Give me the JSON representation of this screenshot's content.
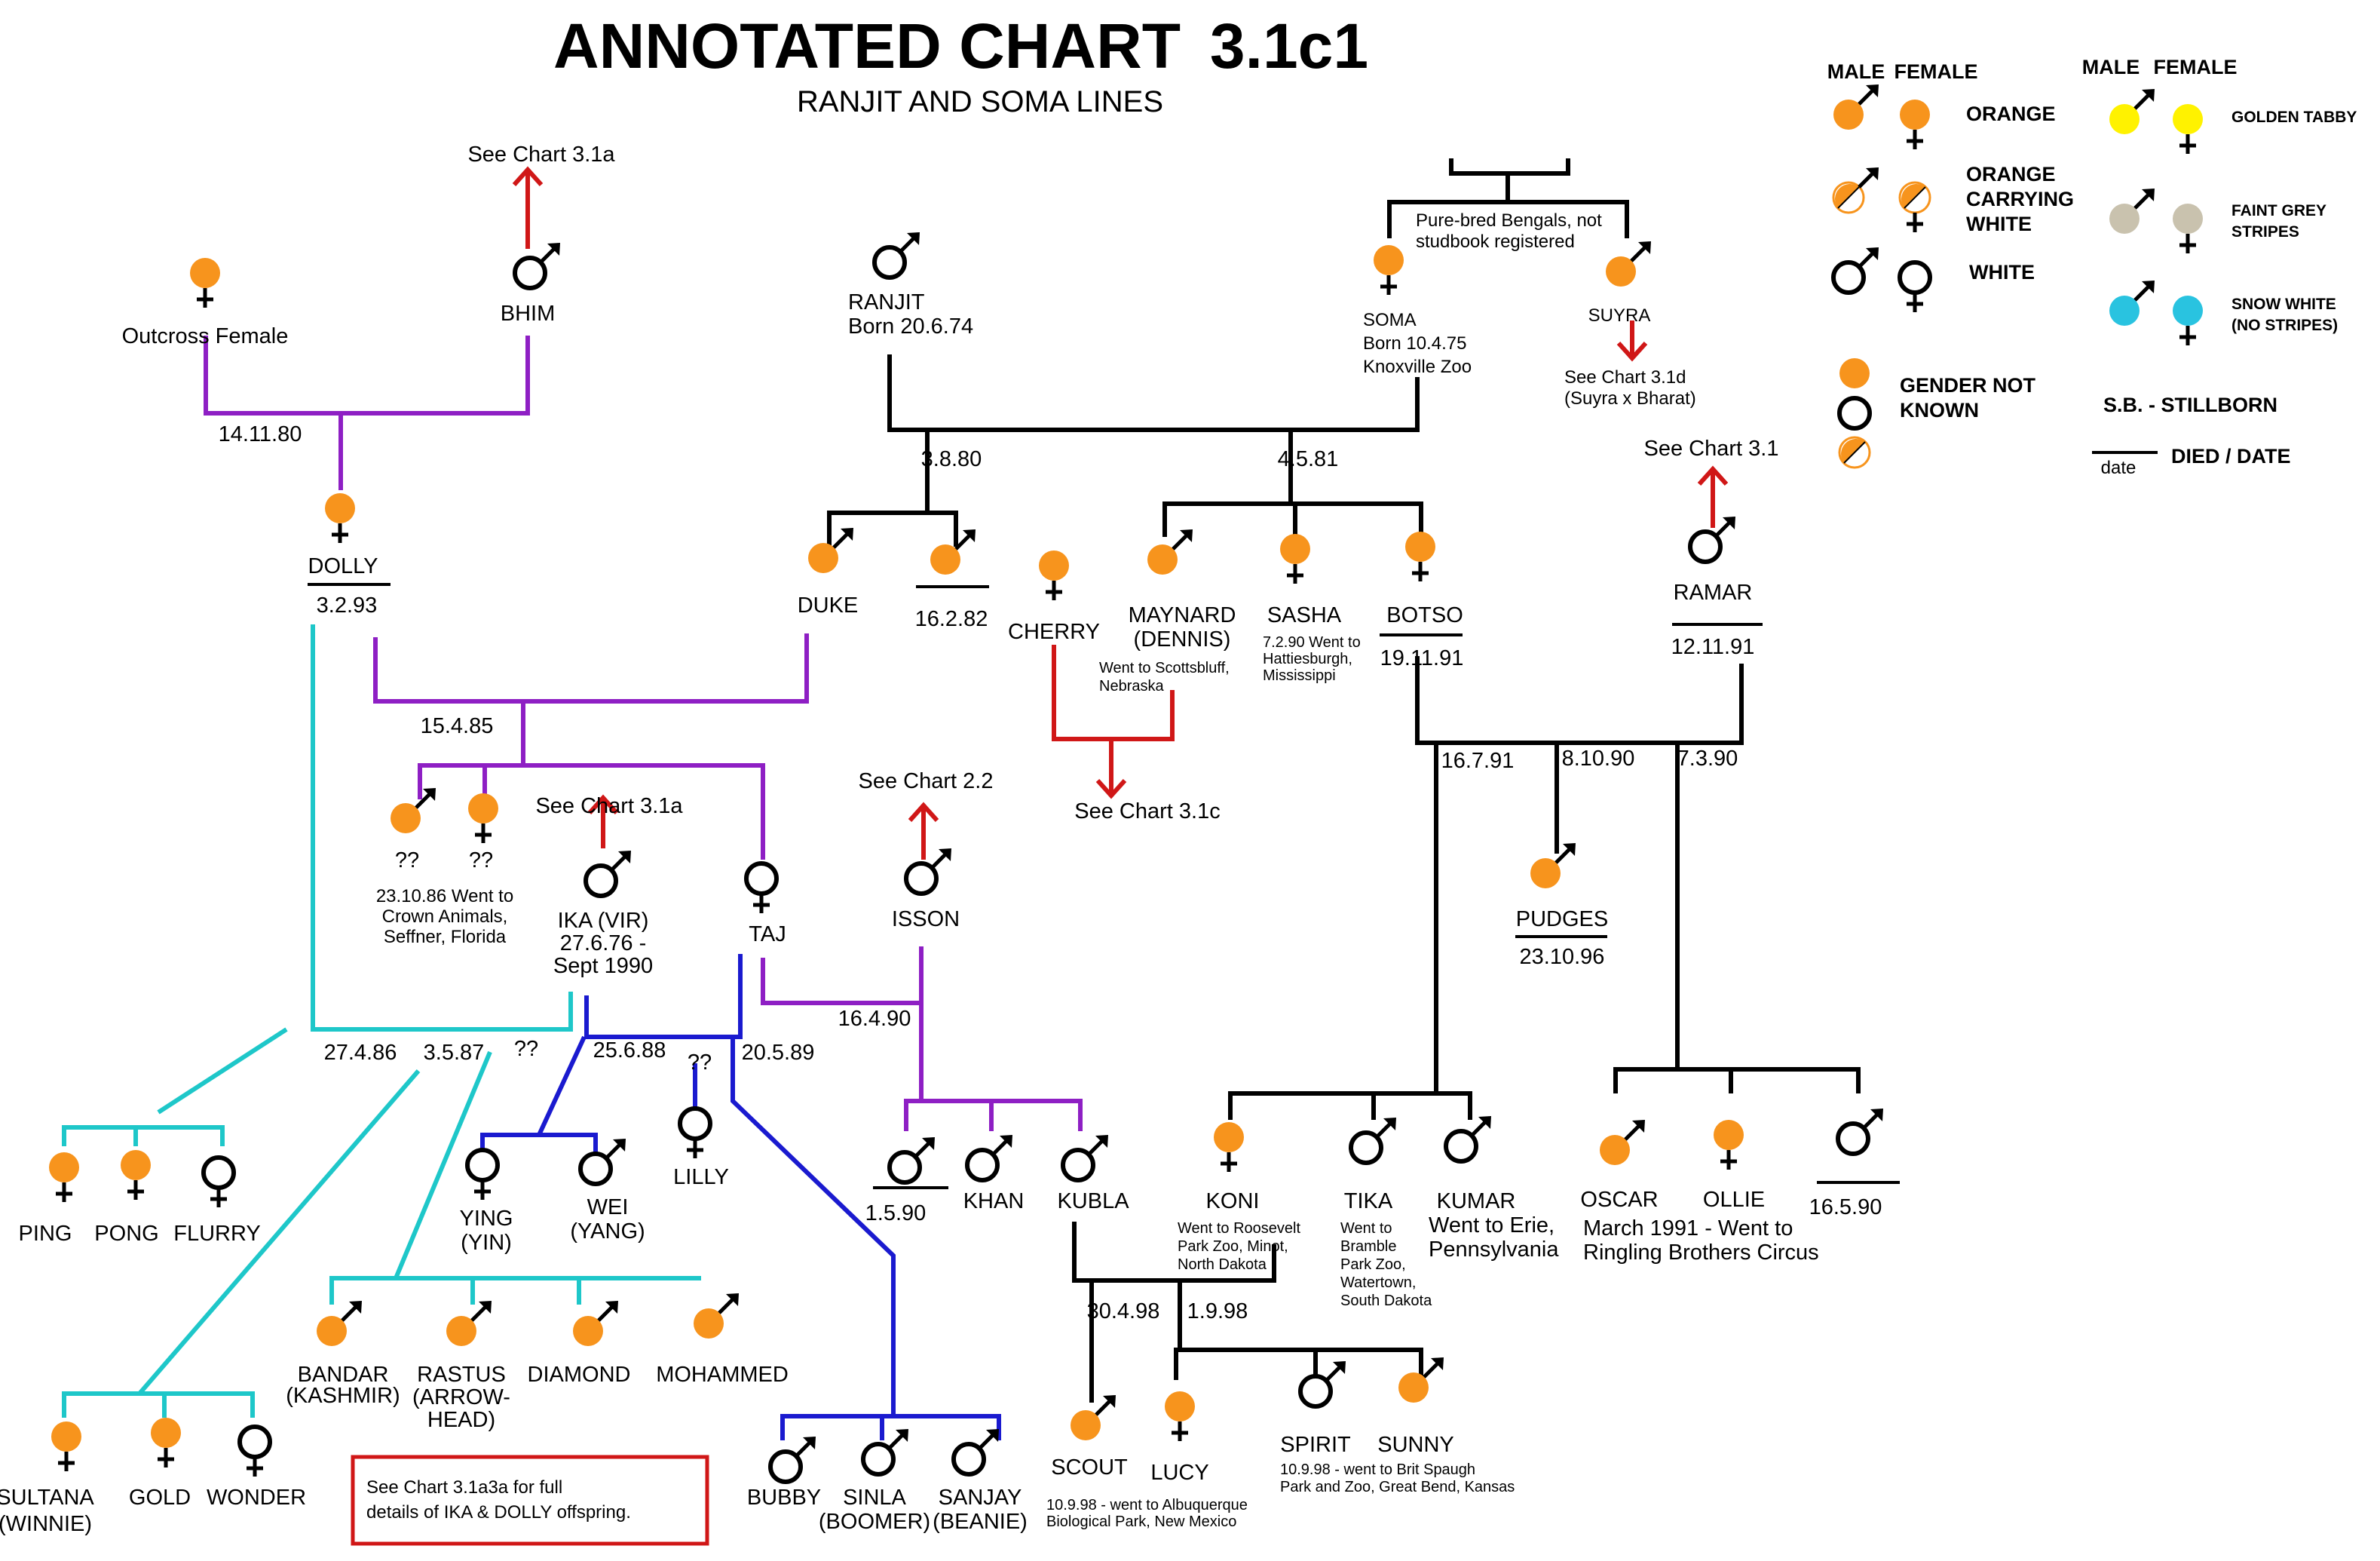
{
  "title": "ANNOTATED CHART",
  "chart_number": "3.1c1",
  "subtitle": "RANJIT AND SOMA LINES",
  "colors": {
    "orange": "#F7941D",
    "golden_tabby": "#FFF200",
    "faint_grey": "#C9C2AE",
    "snow_white": "#29C3E0",
    "purple": "#8E1FC4",
    "teal": "#1EC7C9",
    "blue": "#1A1ACF",
    "red": "#D01717",
    "black": "#000000"
  },
  "legend": {
    "male_header": "MALE",
    "female_header": "FEMALE",
    "orange": "ORANGE",
    "orange_carrying_white": [
      "ORANGE",
      "CARRYING",
      "WHITE"
    ],
    "white": "WHITE",
    "gender_not_known": [
      "GENDER NOT",
      "KNOWN"
    ],
    "golden_tabby": "GOLDEN TABBY",
    "faint_grey": [
      "FAINT GREY",
      "STRIPES"
    ],
    "snow_white": [
      "SNOW WHITE",
      "(NO STRIPES)"
    ],
    "stillborn": "S.B.  - STILLBORN",
    "died_date": "DIED / DATE",
    "date_word": "date"
  },
  "labels": {
    "see_31a_top": "See Chart 3.1a",
    "bhim": "BHIM",
    "outcross": "Outcross Female",
    "d_141180": "14.11.80",
    "dolly": "DOLLY",
    "dolly_died": "3.2.93",
    "ranjit": [
      "RANJIT",
      "Born 20.6.74"
    ],
    "bengals_note": [
      "Pure-bred Bengals, not",
      "studbook registered"
    ],
    "soma": [
      "SOMA",
      "Born 10.4.75",
      "Knoxville Zoo"
    ],
    "suyra": "SUYRA",
    "see_31d": [
      "See Chart 3.1d",
      "(Suyra x Bharat)"
    ],
    "see_31_right": "See Chart 3.1",
    "d_3880": "3.8.80",
    "d_4581": "4.5.81",
    "duke": "DUKE",
    "died_16282": "16.2.82",
    "cherry": "CHERRY",
    "maynard": [
      "MAYNARD",
      "(DENNIS)"
    ],
    "maynard_note": [
      "Went to Scottsbluff,",
      "Nebraska"
    ],
    "sasha": "SASHA",
    "sasha_note": [
      "7.2.90  Went to",
      "Hattiesburgh,",
      "Mississippi"
    ],
    "botso": "BOTSO",
    "botso_died": "19.11.91",
    "ramar": "RAMAR",
    "ramar_died": "12.11.91",
    "see_31c": "See Chart 3.1c",
    "d_15485": "15.4.85",
    "qq1": "??",
    "qq2": "??",
    "unk_note": [
      "23.10.86  Went to",
      "Crown Animals,",
      "Seffner, Florida"
    ],
    "see_31a_mid": "See Chart 3.1a",
    "ika": [
      "IKA (VIR)",
      "27.6.76 -",
      "Sept  1990"
    ],
    "taj": "TAJ",
    "see_22": "See Chart 2.2",
    "isson": "ISSON",
    "d_16791": "16.7.91",
    "d_81090": "8.10.90",
    "d_7390": "7.3.90",
    "pudges": "PUDGES",
    "pudges_died": "23.10.96",
    "d_16490": "16.4.90",
    "d_27486": "27.4.86",
    "d_3587": "3.5.87",
    "qq3": "??",
    "d_25688": "25.6.88",
    "qq4": "??",
    "d_20589": "20.5.89",
    "ping": "PING",
    "pong": "PONG",
    "flurry": "FLURRY",
    "ying": [
      "YING",
      "(YIN)"
    ],
    "wei": [
      "WEI",
      "(YANG)"
    ],
    "lilly": "LILLY",
    "died_1590": "1.5.90",
    "khan": "KHAN",
    "kubla": "KUBLA",
    "koni": "KONI",
    "koni_note": [
      "Went to Roosevelt",
      "Park Zoo, Minot,",
      "North Dakota"
    ],
    "tika": "TIKA",
    "tika_note": [
      "Went to",
      "Bramble",
      "Park Zoo,",
      "Watertown,",
      "South Dakota"
    ],
    "kumar": "KUMAR",
    "kumar_note": [
      "Went to Erie,",
      "Pennsylvania"
    ],
    "oscar": "OSCAR",
    "ollie": "OLLIE",
    "oscar_note": [
      "March 1991 - Went to",
      "Ringling Brothers Circus"
    ],
    "died_16590": "16.5.90",
    "bandar": [
      "BANDAR",
      "(KASHMIR)"
    ],
    "rastus": [
      "RASTUS",
      "(ARROW-",
      "HEAD)"
    ],
    "diamond": "DIAMOND",
    "mohammed": "MOHAMMED",
    "d_30498": "30.4.98",
    "d_1998": "1.9.98",
    "sultana": [
      "SULTANA",
      "(WINNIE)"
    ],
    "gold": "GOLD",
    "wonder": "WONDER",
    "see_31a3a": [
      "See Chart 3.1a3a for full",
      "details of IKA & DOLLY offspring."
    ],
    "bubby": "BUBBY",
    "sinla": [
      "SINLA",
      "(BOOMER)"
    ],
    "sanjay": [
      "SANJAY",
      "(BEANIE)"
    ],
    "scout": "SCOUT",
    "scout_note": [
      "10.9.98  - went to Albuquerque",
      "Biological Park, New Mexico"
    ],
    "lucy": "LUCY",
    "spirit": "SPIRIT",
    "sunny": "SUNNY",
    "spirit_note": [
      "10.9.98  - went to Brit Spaugh",
      "Park and Zoo, Great Bend, Kansas"
    ]
  }
}
